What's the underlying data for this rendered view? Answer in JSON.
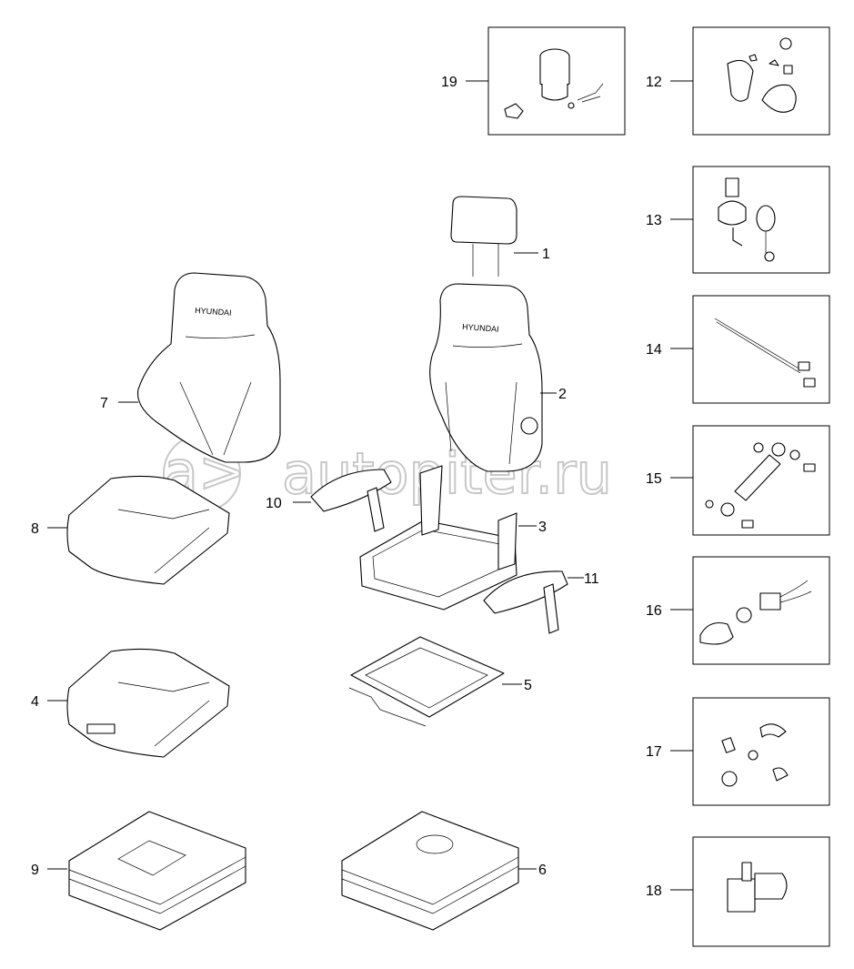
{
  "title": "Seat assembly parts diagram",
  "brand_text": "HYUNDAI",
  "watermark": "autopiter.ru",
  "watermark_logo": "a>",
  "callouts": {
    "c1": "1",
    "c2": "2",
    "c3": "3",
    "c4": "4",
    "c5": "5",
    "c6": "6",
    "c7": "7",
    "c8": "8",
    "c9": "9",
    "c10": "10",
    "c11": "11",
    "c12": "12",
    "c13": "13",
    "c14": "14",
    "c15": "15",
    "c16": "16",
    "c17": "17",
    "c18": "18",
    "c19": "19"
  }
}
